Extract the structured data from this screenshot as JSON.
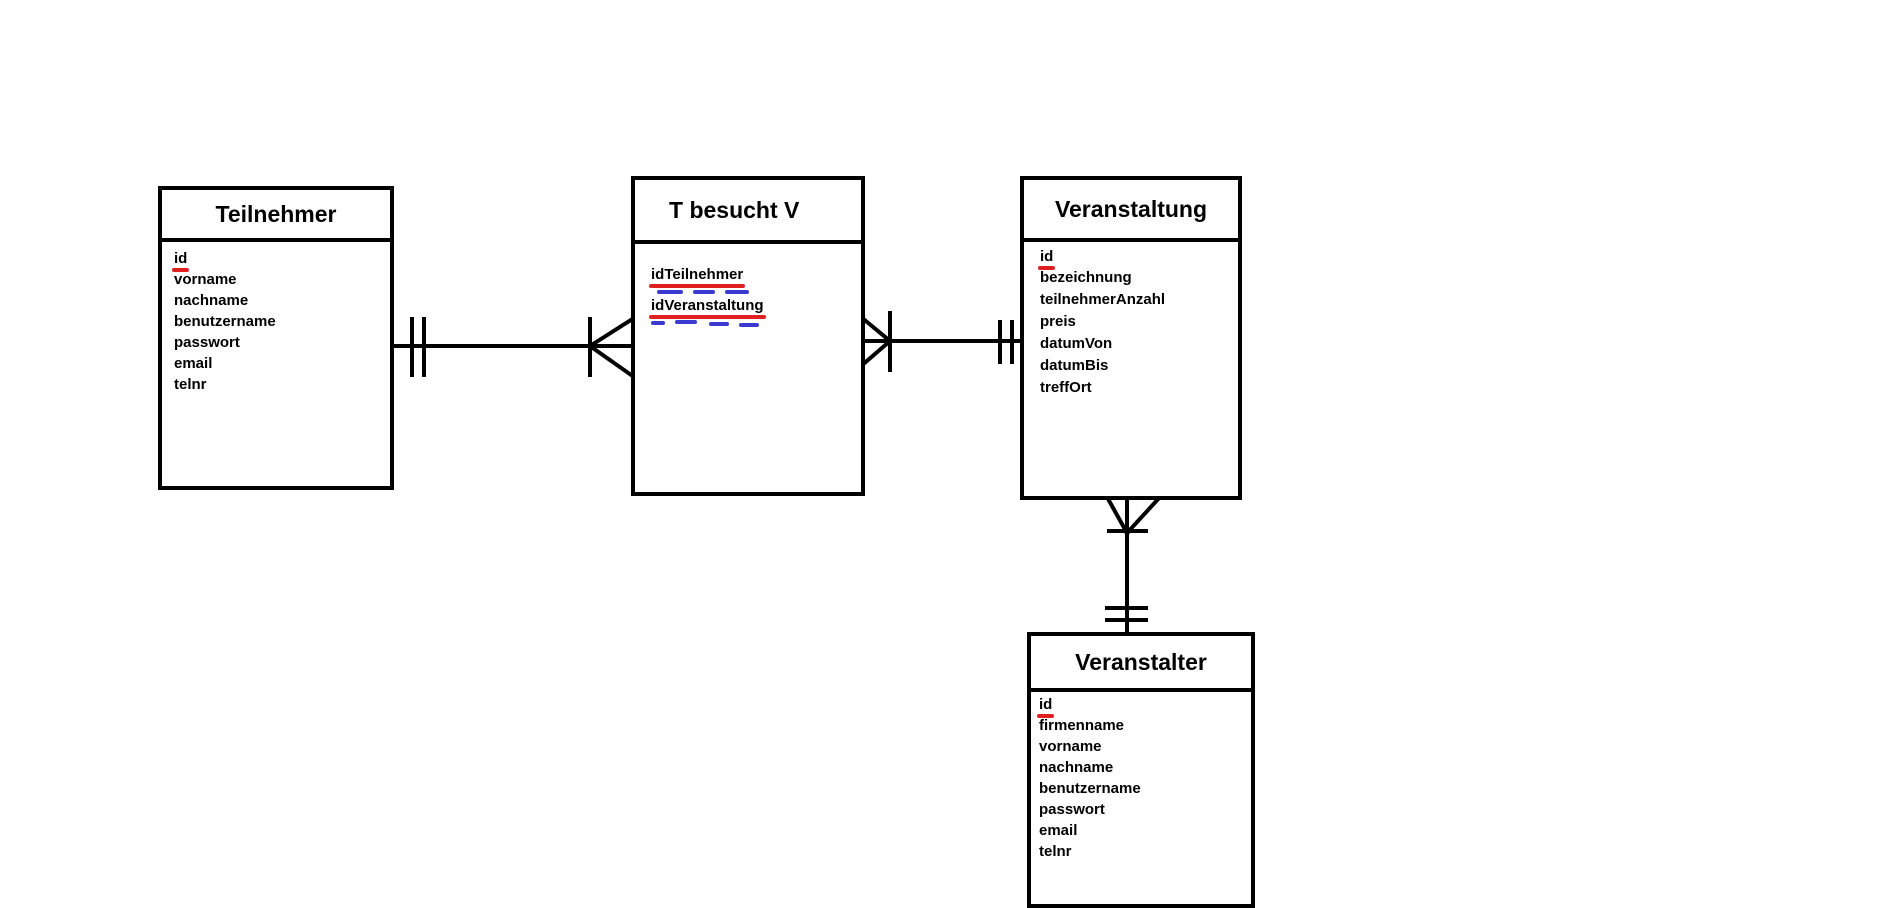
{
  "colors": {
    "line": "#000000",
    "primary_key_underline": "#e02020",
    "foreign_key_underline": "#3a3ad0"
  },
  "entities": {
    "teilnehmer": {
      "title": "Teilnehmer",
      "attributes": [
        "id",
        "vorname",
        "nachname",
        "benutzername",
        "passwort",
        "email",
        "telnr"
      ]
    },
    "t_besucht_v": {
      "title": "T besucht V",
      "attributes": [
        "idTeilnehmer",
        "idVeranstaltung"
      ]
    },
    "veranstaltung": {
      "title": "Veranstaltung",
      "attributes": [
        "id",
        "bezeichnung",
        "teilnehmerAnzahl",
        "preis",
        "datumVon",
        "datumBis",
        "treffOrt"
      ]
    },
    "veranstalter": {
      "title": "Veranstalter",
      "attributes": [
        "id",
        "firmenname",
        "vorname",
        "nachname",
        "benutzername",
        "passwort",
        "email",
        "telnr"
      ]
    }
  },
  "relationships": [
    {
      "from": "Teilnehmer",
      "from_cardinality": "one-and-only-one",
      "to": "T besucht V",
      "to_cardinality": "many"
    },
    {
      "from": "T besucht V",
      "from_cardinality": "many",
      "to": "Veranstaltung",
      "to_cardinality": "one-and-only-one"
    },
    {
      "from": "Veranstaltung",
      "from_cardinality": "many",
      "to": "Veranstalter",
      "to_cardinality": "one-and-only-one"
    }
  ]
}
